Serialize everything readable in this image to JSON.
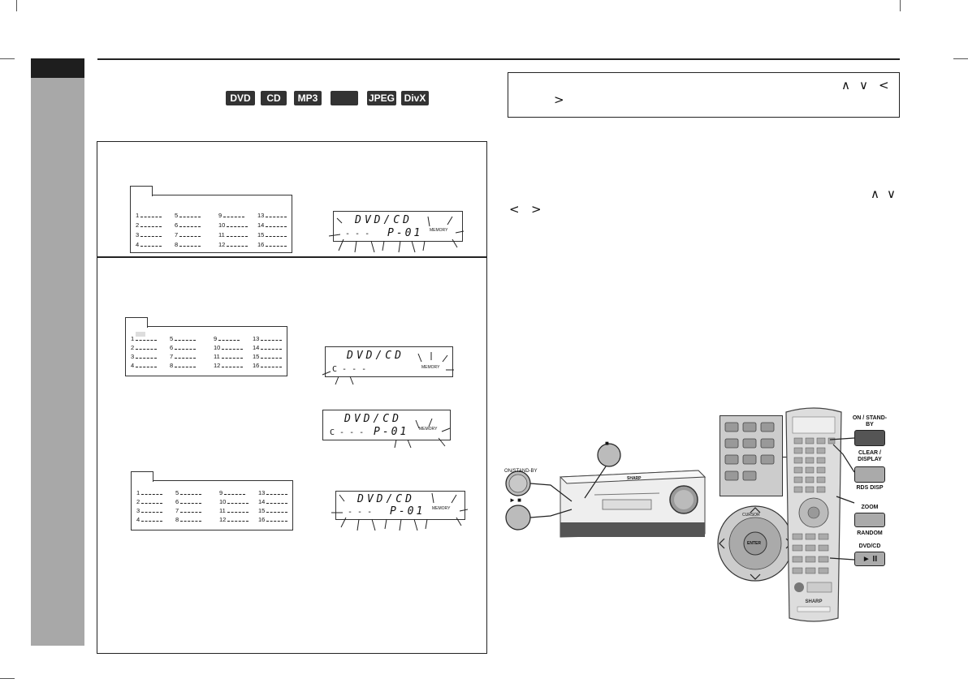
{
  "format_badges": [
    {
      "label": "DVD",
      "width": 36
    },
    {
      "label": "CD",
      "width": 32
    },
    {
      "label": "MP3",
      "width": 34
    },
    {
      "label": "",
      "width": 34
    },
    {
      "label": "JPEG",
      "width": 36
    },
    {
      "label": "DivX",
      "width": 34
    }
  ],
  "memory_table": {
    "rows": [
      [
        "1",
        "5",
        "9",
        "13"
      ],
      [
        "2",
        "6",
        "10",
        "14"
      ],
      [
        "3",
        "7",
        "11",
        "15"
      ],
      [
        "4",
        "8",
        "12",
        "16"
      ]
    ]
  },
  "lcd": {
    "source": "DVD/CD",
    "program": "P-01",
    "memory": "MEMORY"
  },
  "nav_arrows": [
    "∧",
    "∨",
    "<",
    ">"
  ],
  "remote_labels": {
    "on_standby": "ON / STAND-BY",
    "clear_display": "CLEAR / DISPLAY",
    "rds_disp": "RDS DISP",
    "zoom": "ZOOM",
    "random": "RANDOM",
    "dvd_cd": "DVD/CD",
    "play_pause": "► II"
  },
  "unit_labels": {
    "on_standby": "ON/STAND-BY",
    "stop": "■",
    "play": "► ■",
    "brand": "SHARP"
  },
  "pad_labels": {
    "cursor": "CURSOR",
    "enter": "ENTER"
  }
}
